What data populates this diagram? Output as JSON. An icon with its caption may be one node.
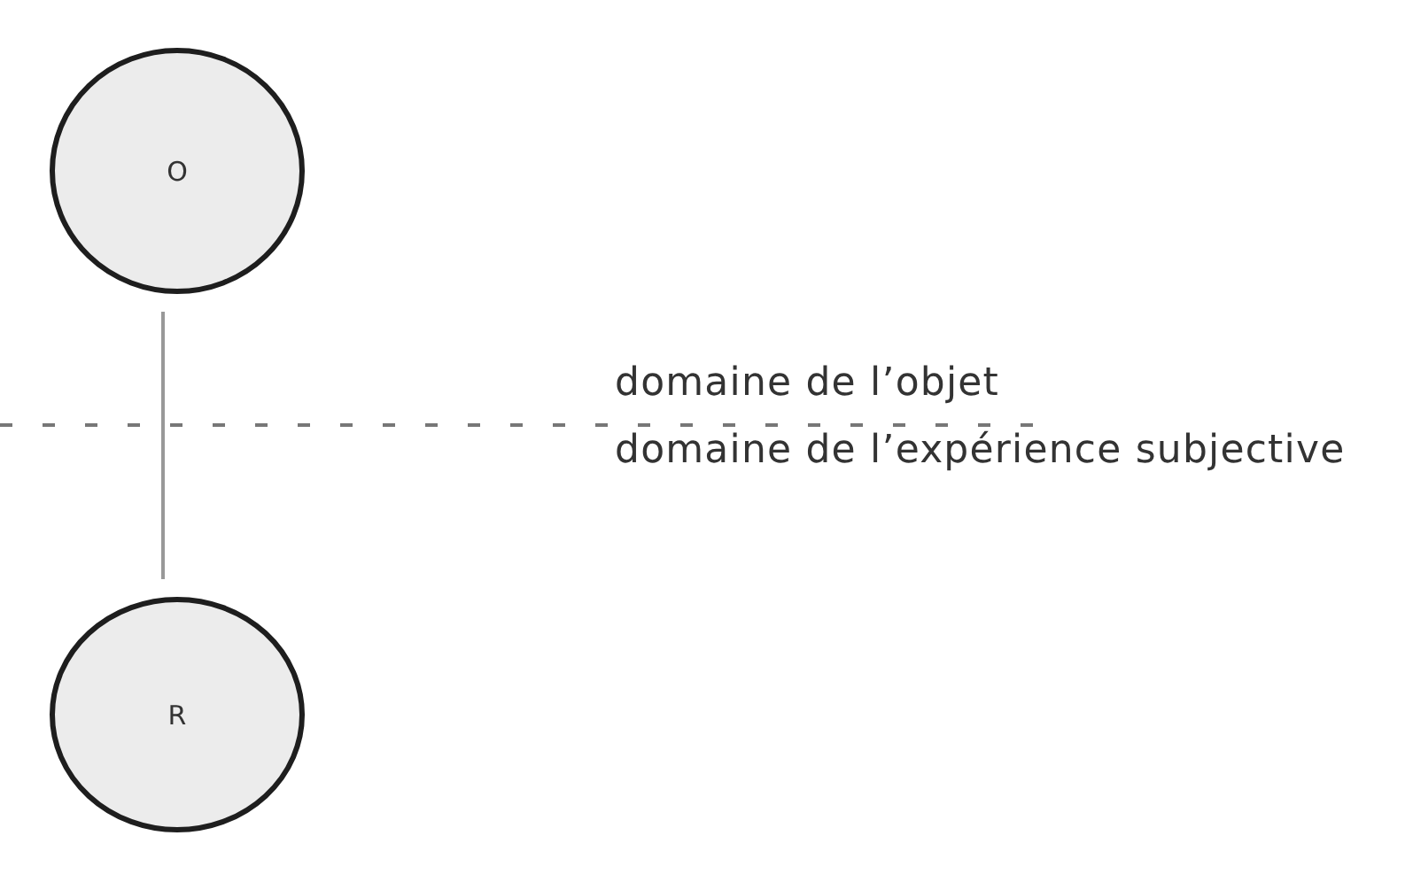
{
  "diagram": {
    "nodes": [
      {
        "text": [
          "O"
        ]
      },
      {
        "text": [
          "R"
        ]
      }
    ],
    "edges": [
      {
        "from": 0,
        "to": 1,
        "arrow": "none"
      }
    ],
    "labels": [
      "domaine de l’objet",
      "domaine de l’expérience subjective"
    ]
  }
}
